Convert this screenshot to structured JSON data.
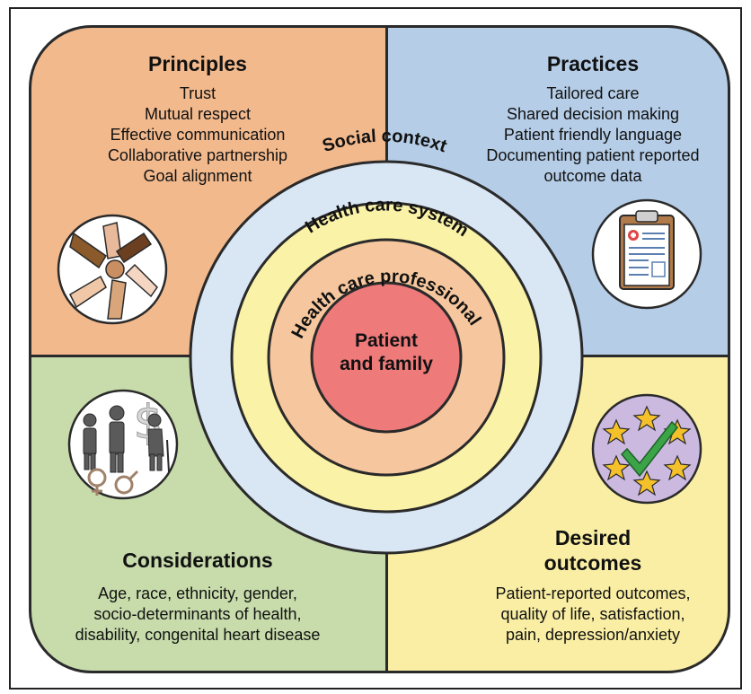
{
  "principles": {
    "title": "Principles",
    "items": [
      "Trust",
      "Mutual respect",
      "Effective communication",
      "Collaborative partnership",
      "Goal alignment"
    ]
  },
  "practices": {
    "title": "Practices",
    "items": [
      "Tailored care",
      "Shared decision making",
      "Patient friendly language",
      "Documenting patient reported",
      "outcome data"
    ]
  },
  "considerations": {
    "title": "Considerations",
    "items": [
      "Age, race, ethnicity, gender,",
      "socio-determinants of health,",
      "disability, congenital heart disease"
    ]
  },
  "outcomes": {
    "title_line1": "Desired",
    "title_line2": "outcomes",
    "items": [
      "Patient-reported outcomes,",
      "quality of life, satisfaction,",
      "pain, depression/anxiety"
    ]
  },
  "rings": {
    "social": "Social context",
    "system": "Health care system",
    "professional": "Health care professional",
    "center_line1": "Patient",
    "center_line2": "and family"
  },
  "colors": {
    "principles_bg": "#f2b98d",
    "practices_bg": "#b5cde7",
    "considerations_bg": "#c7dbab",
    "outcomes_bg": "#f9eea3",
    "ring_social": "#d9e6f4",
    "ring_system": "#faf2a6",
    "ring_professional": "#f6c79e",
    "center": "#ee7a7a"
  },
  "icons": [
    "hands-circle-icon",
    "clipboard-icon",
    "people-diversity-icon",
    "stars-checkmark-icon"
  ]
}
